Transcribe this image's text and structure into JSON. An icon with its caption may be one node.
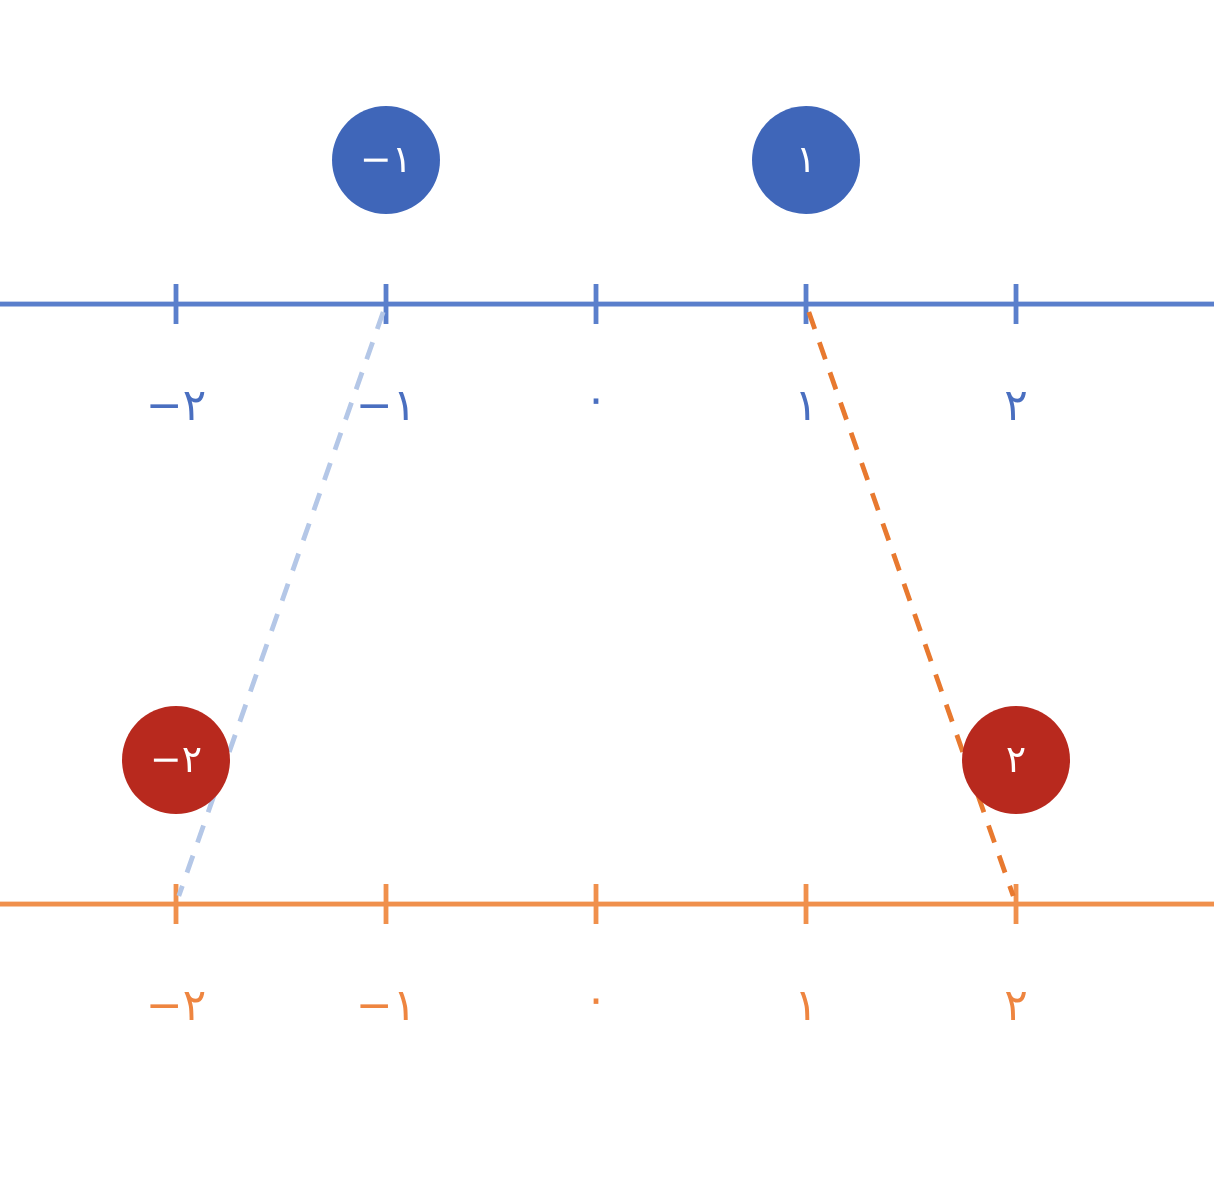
{
  "diagram": {
    "nodes": [
      {
        "text": [
          "−۱"
        ]
      },
      {
        "text": [
          "۱"
        ]
      },
      {
        "text": [],
        "shape": "tick"
      },
      {
        "text": [],
        "shape": "tick"
      },
      {
        "text": [
          "−۲"
        ]
      },
      {
        "text": [
          "۲"
        ]
      },
      {
        "text": [],
        "shape": "tick"
      },
      {
        "text": [],
        "shape": "tick"
      }
    ],
    "edges": [
      {
        "from": 2,
        "to": 6,
        "arrow": "none",
        "style": "dashed",
        "color": "#b4c7e7"
      },
      {
        "from": 3,
        "to": 7,
        "arrow": "none",
        "style": "dashed",
        "color": "#e8792f"
      }
    ],
    "labels": [
      "−۲",
      "−۱",
      "۰",
      "۱",
      "۲",
      "−۲",
      "−۱",
      "۰",
      "۱",
      "۲"
    ]
  }
}
